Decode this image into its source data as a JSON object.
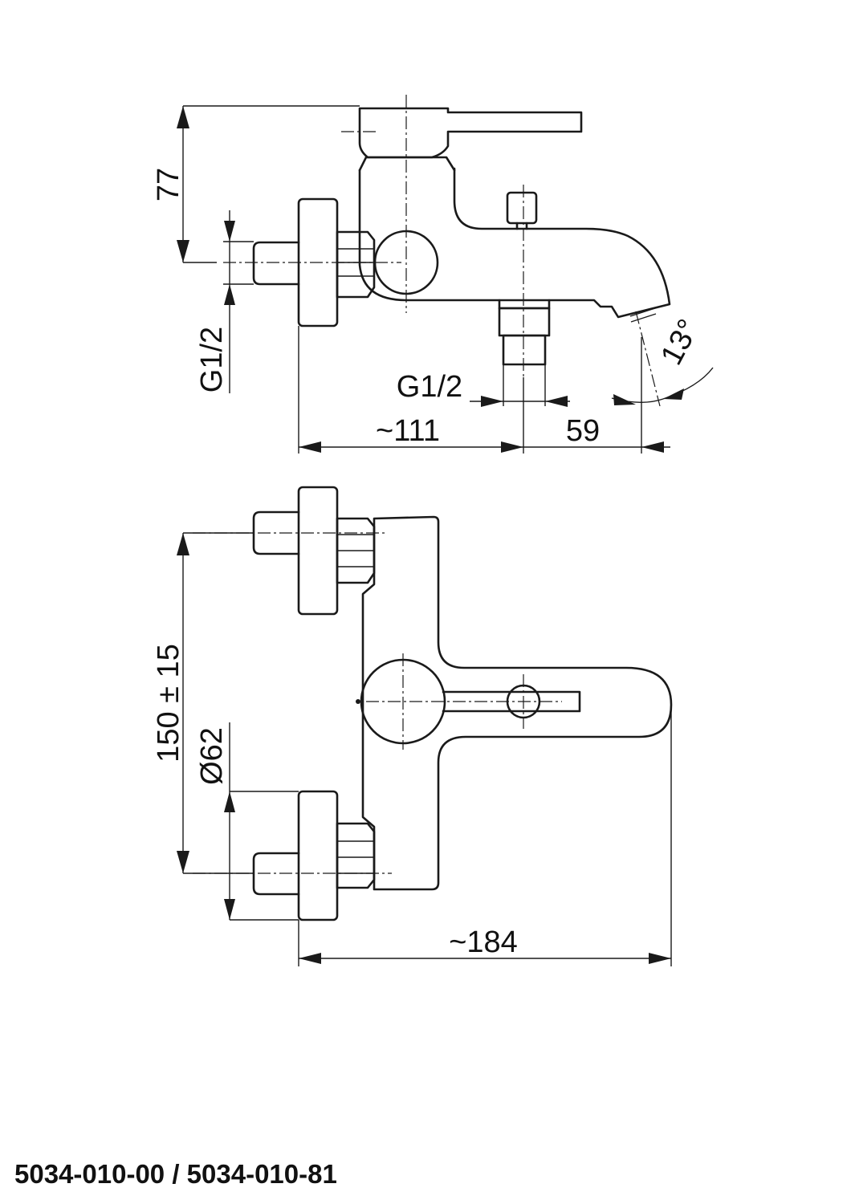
{
  "side_view": {
    "dim_height": "77",
    "dim_inlet_thread": "G1/2",
    "dim_outlet_thread": "G1/2",
    "dim_depth": "~111",
    "dim_spout": "59",
    "dim_angle": "13°"
  },
  "top_view": {
    "dim_spacing": "150 ± 15",
    "dim_diameter": "Ø62",
    "dim_width": "~184"
  },
  "product_code": "5034-010-00 / 5034-010-81"
}
